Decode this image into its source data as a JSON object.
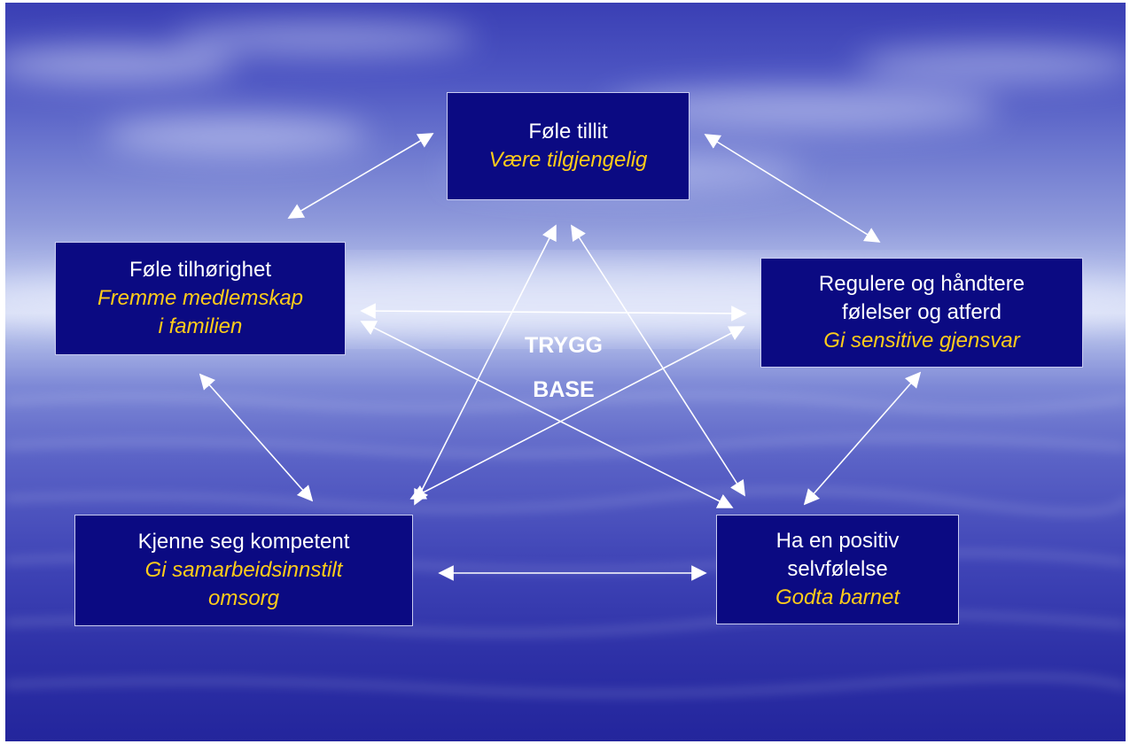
{
  "diagram": {
    "center_label": "TRYGG\nBASE",
    "nodes": {
      "trust": {
        "title": "Føle tillit",
        "subtitle": "Være tilgjengelig"
      },
      "belonging": {
        "title": "Føle tilhørighet",
        "subtitle": "Fremme medlemskap\ni familien"
      },
      "regulate": {
        "title": "Regulere og håndtere\nfølelser og atferd",
        "subtitle": "Gi sensitive gjensvar"
      },
      "competence": {
        "title": "Kjenne seg kompetent",
        "subtitle": "Gi samarbeidsinnstilt\nomsorg"
      },
      "selfesteem": {
        "title": "Ha en positiv\nselvfølelse",
        "subtitle": "Godta barnet"
      }
    },
    "connections": [
      [
        "trust",
        "belonging"
      ],
      [
        "trust",
        "regulate"
      ],
      [
        "belonging",
        "regulate"
      ],
      [
        "belonging",
        "competence"
      ],
      [
        "belonging",
        "selfesteem"
      ],
      [
        "regulate",
        "competence"
      ],
      [
        "regulate",
        "selfesteem"
      ],
      [
        "competence",
        "selfesteem"
      ],
      [
        "trust",
        "competence"
      ],
      [
        "trust",
        "selfesteem"
      ]
    ]
  },
  "colors": {
    "node_fill": "#0b0a82",
    "title_text": "#ffffff",
    "subtitle_text": "#ffcc1a",
    "arrow": "#ffffff"
  }
}
